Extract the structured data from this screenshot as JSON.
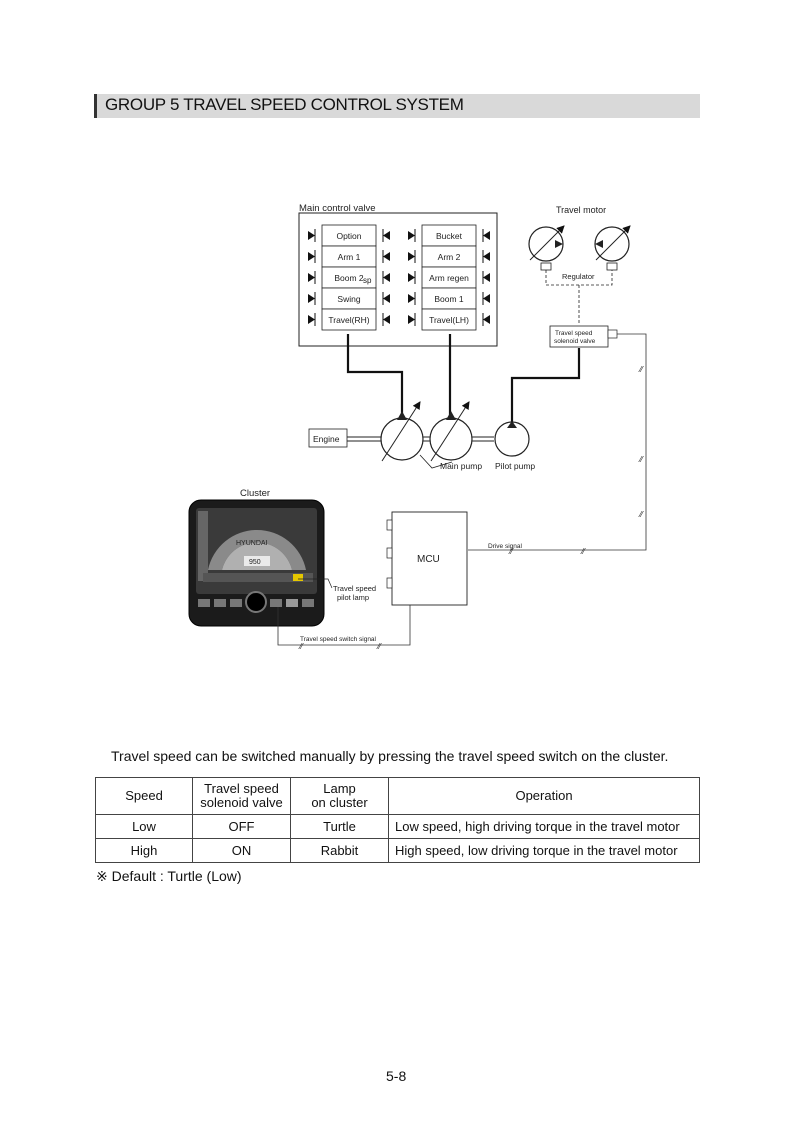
{
  "header": {
    "title": "GROUP  5  TRAVEL SPEED CONTROL SYSTEM"
  },
  "diagram": {
    "main_control_valve": "Main control valve",
    "valve_left": [
      "Option",
      "Arm 1",
      "Boom 2",
      "Swing",
      "Travel(RH)"
    ],
    "valve_right": [
      "Bucket",
      "Arm 2",
      "Arm regen",
      "Boom 1",
      "Travel(LH)"
    ],
    "sp_label": "sp",
    "travel_motor": "Travel motor",
    "regulator": "Regulator",
    "solenoid_valve": [
      "Travel speed",
      "solenoid valve"
    ],
    "engine": "Engine",
    "main_pump": "Main pump",
    "pilot_pump": "Pilot pump",
    "cluster": "Cluster",
    "cluster_brand": "HYUNDAI",
    "cluster_readout": "950",
    "mcu": "MCU",
    "drive_signal": "Drive signal",
    "pilot_lamp": [
      "Travel speed",
      "pilot lamp"
    ],
    "switch_signal": "Travel speed switch signal"
  },
  "intro_text": "Travel speed can be switched manually by pressing the travel speed switch on the cluster.",
  "table": {
    "headers": [
      [
        "Speed"
      ],
      [
        "Travel speed",
        "solenoid valve"
      ],
      [
        "Lamp",
        "on cluster"
      ],
      [
        "Operation"
      ]
    ],
    "rows": [
      [
        "Low",
        "OFF",
        "Turtle",
        "Low speed, high driving torque in the travel motor"
      ],
      [
        "High",
        "ON",
        "Rabbit",
        "High speed, low driving torque in the travel motor"
      ]
    ]
  },
  "note": "※ Default : Turtle (Low)",
  "page_number": "5-8"
}
